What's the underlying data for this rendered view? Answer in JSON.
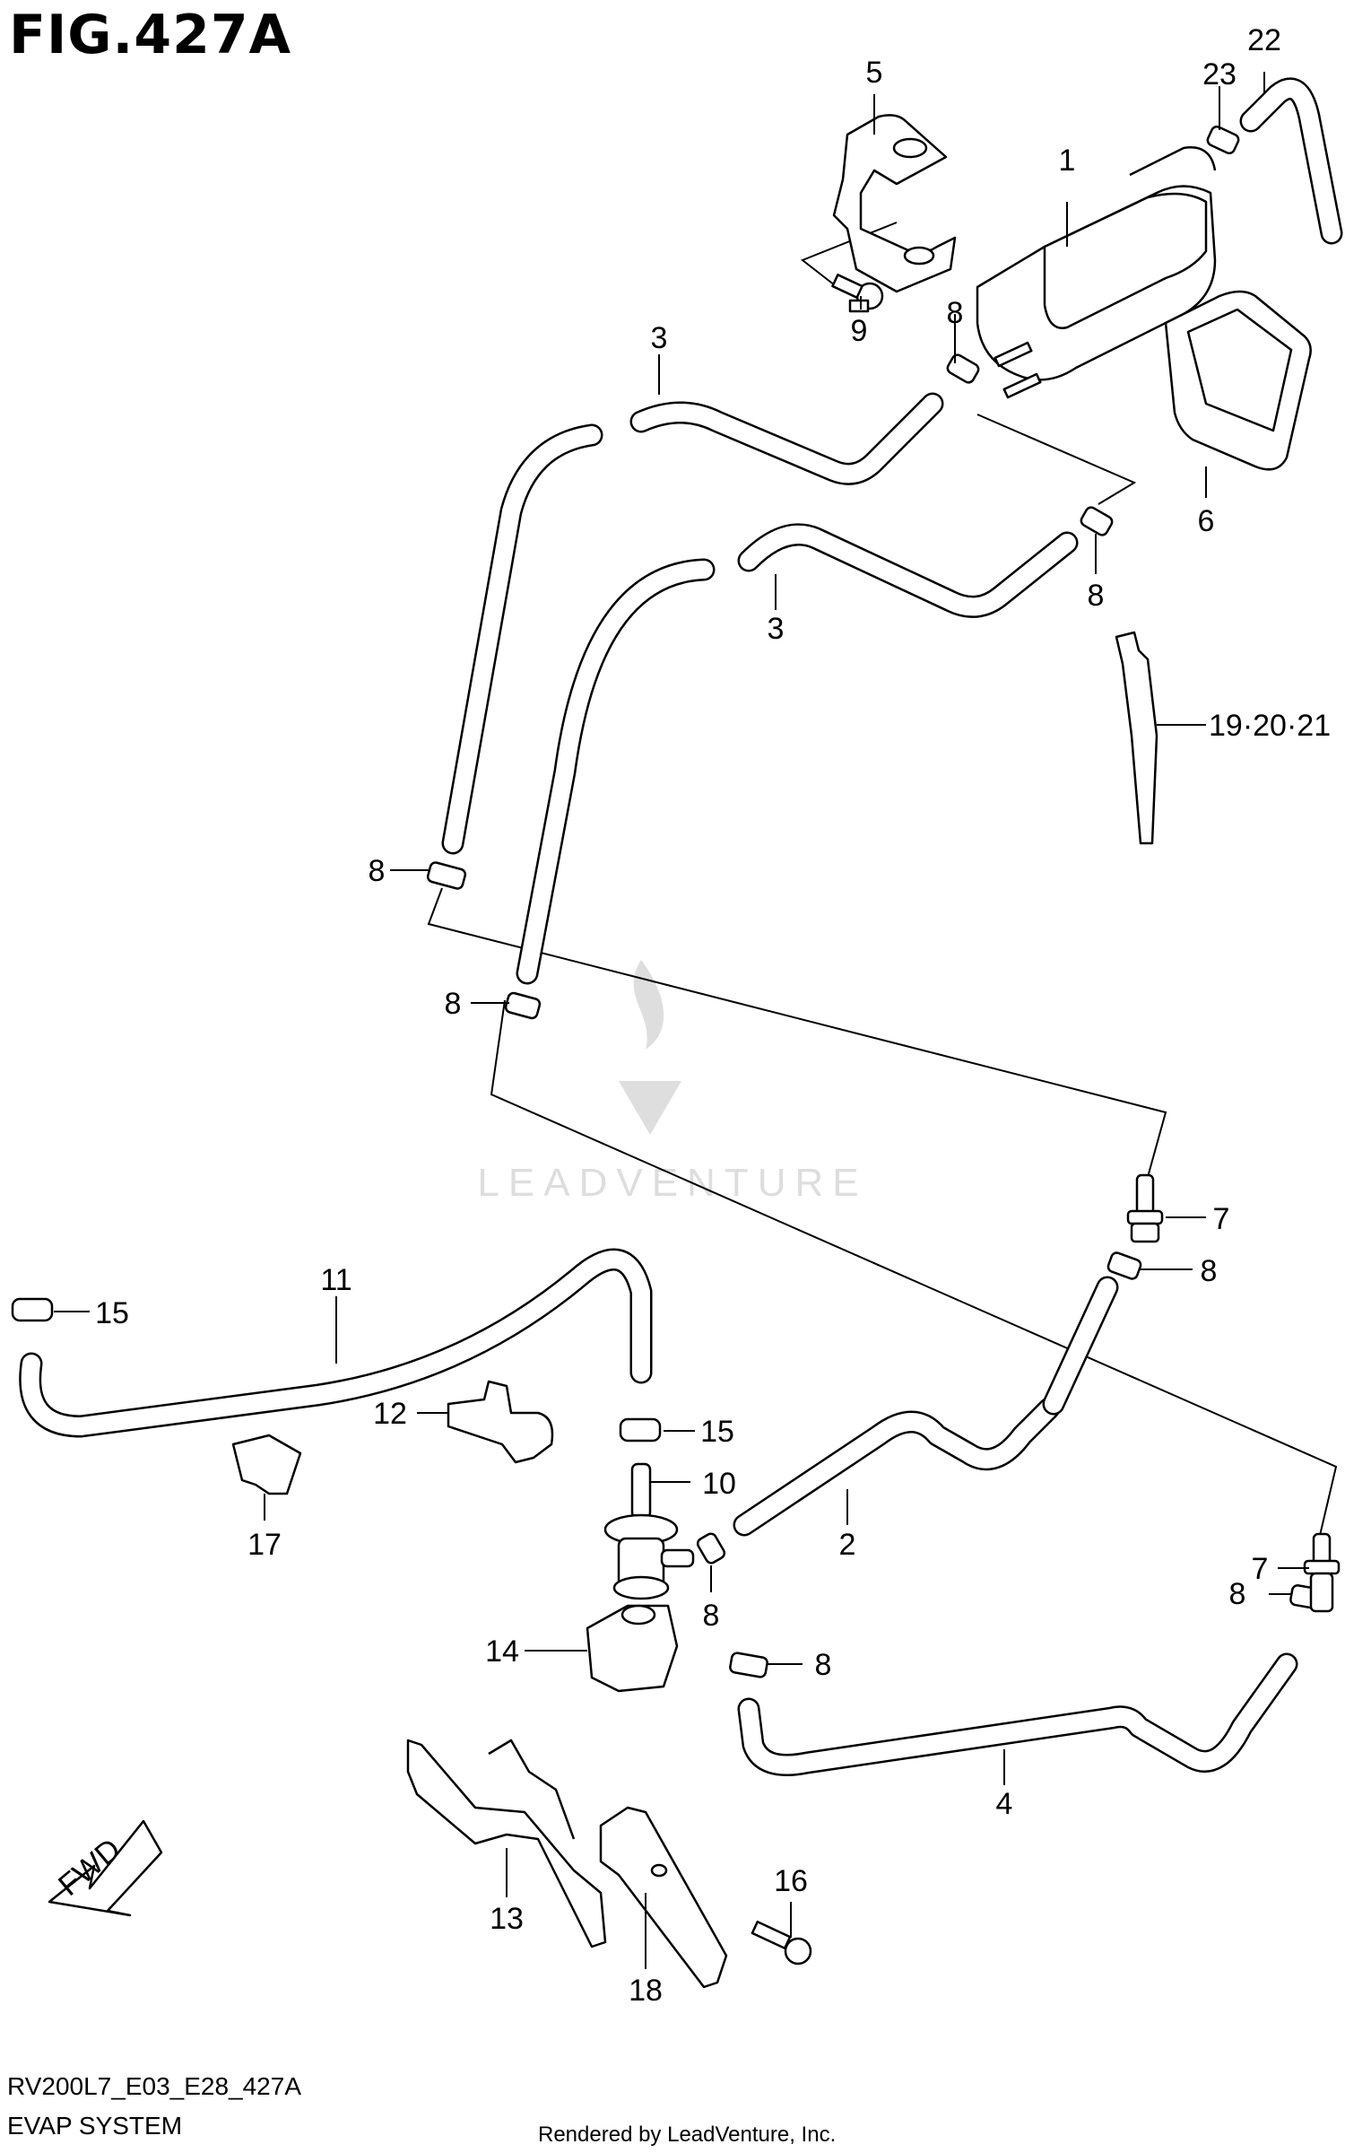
{
  "figure": {
    "title": "FIG.427A",
    "code": "RV200L7_E03_E28_427A",
    "system": "EVAP SYSTEM",
    "rendered_by": "Rendered by LeadVenture, Inc.",
    "watermark": "LEADVENTURE",
    "direction_label": "FWD"
  },
  "callouts": {
    "c1": "1",
    "c2": "2",
    "c3a": "3",
    "c3b": "3",
    "c4": "4",
    "c5": "5",
    "c6": "6",
    "c7a": "7",
    "c7b": "7",
    "c8a": "8",
    "c8b": "8",
    "c8c": "8",
    "c8d": "8",
    "c8e": "8",
    "c8f": "8",
    "c8g": "8",
    "c8h": "8",
    "c9": "9",
    "c10": "10",
    "c11": "11",
    "c12": "12",
    "c13": "13",
    "c14": "14",
    "c15a": "15",
    "c15b": "15",
    "c16": "16",
    "c17": "17",
    "c18": "18",
    "c192021": "19·20·21",
    "c22": "22",
    "c23": "23"
  }
}
